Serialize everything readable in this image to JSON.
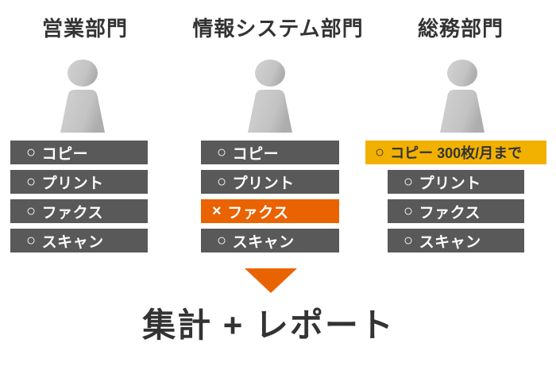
{
  "diagram": {
    "columns": [
      {
        "title": "営業部門",
        "items": [
          {
            "mark": "○",
            "label": "コピー",
            "status": "ok"
          },
          {
            "mark": "○",
            "label": "プリント",
            "status": "ok"
          },
          {
            "mark": "○",
            "label": "ファクス",
            "status": "ok"
          },
          {
            "mark": "○",
            "label": "スキャン",
            "status": "ok"
          }
        ]
      },
      {
        "title": "情報システム部門",
        "items": [
          {
            "mark": "○",
            "label": "コピー",
            "status": "ok"
          },
          {
            "mark": "○",
            "label": "プリント",
            "status": "ok"
          },
          {
            "mark": "×",
            "label": "ファクス",
            "status": "ng"
          },
          {
            "mark": "○",
            "label": "スキャン",
            "status": "ok"
          }
        ]
      },
      {
        "title": "総務部門",
        "items": [
          {
            "mark": "○",
            "label": "コピー 300枚/月まで",
            "status": "limited"
          },
          {
            "mark": "○",
            "label": "プリント",
            "status": "ok"
          },
          {
            "mark": "○",
            "label": "ファクス",
            "status": "ok"
          },
          {
            "mark": "○",
            "label": "スキャン",
            "status": "ok"
          }
        ]
      }
    ],
    "footer_label": "集計 + レポート",
    "colors": {
      "bar_gray": "#595959",
      "bar_orange": "#EA6301",
      "bar_yellow": "#F2B101",
      "text_dark": "#333333",
      "text_light": "#FFFFFF",
      "person_gray": "#C6C6C6",
      "arrow_orange": "#EA6301"
    }
  }
}
